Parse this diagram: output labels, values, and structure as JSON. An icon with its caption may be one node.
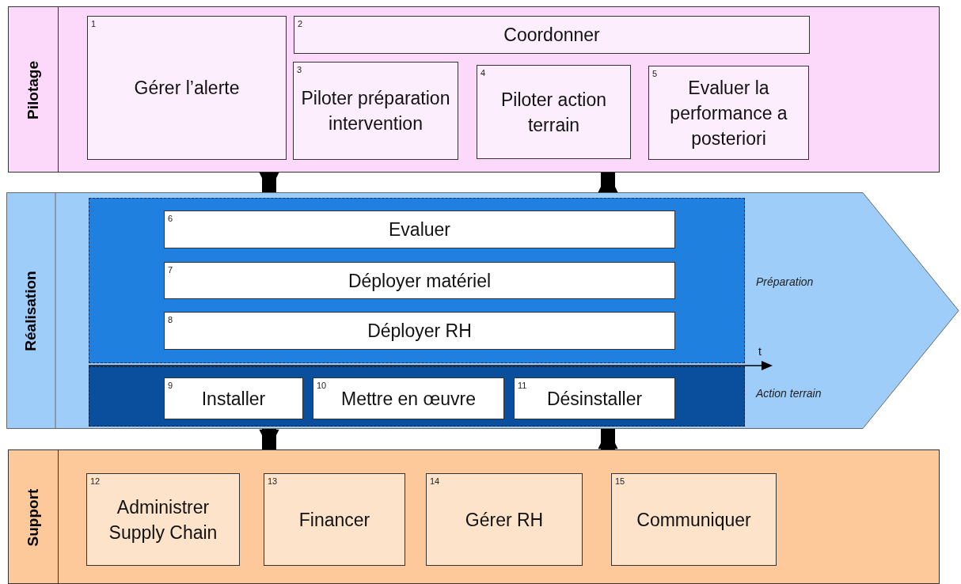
{
  "diagram": {
    "nodes": [
      {
        "text": [
          "Pilotage"
        ]
      },
      {
        "text": [
          "1",
          "Gérer l’alerte"
        ],
        "in": 0
      },
      {
        "text": [
          "2",
          "Coordonner"
        ],
        "in": 0
      },
      {
        "text": [
          "3",
          "Piloter préparation intervention"
        ],
        "in": 0
      },
      {
        "text": [
          "4",
          "Piloter action terrain"
        ],
        "in": 0
      },
      {
        "text": [
          "5",
          "Evaluer la performance a posteriori"
        ],
        "in": 0
      },
      {
        "text": [
          "Réalisation"
        ]
      },
      {
        "text": [],
        "shape": "box",
        "beside": [
          "Préparation"
        ],
        "in": 6
      },
      {
        "text": [
          "6",
          "Evaluer"
        ],
        "in": 7
      },
      {
        "text": [
          "7",
          "Déployer matériel"
        ],
        "in": 7
      },
      {
        "text": [
          "8",
          "Déployer RH"
        ],
        "in": 7
      },
      {
        "text": [],
        "shape": "box",
        "beside": [
          "Action terrain"
        ],
        "in": 6
      },
      {
        "text": [
          "9",
          "Installer"
        ],
        "in": 11
      },
      {
        "text": [
          "10",
          "Mettre en œuvre"
        ],
        "in": 11
      },
      {
        "text": [
          "11",
          "Désinstaller"
        ],
        "in": 11
      },
      {
        "text": [
          "Support"
        ]
      },
      {
        "text": [
          "12",
          "Administrer Supply Chain"
        ],
        "in": 15
      },
      {
        "text": [
          "13",
          "Financer"
        ],
        "in": 15
      },
      {
        "text": [
          "14",
          "Gérer RH"
        ],
        "in": 15
      },
      {
        "text": [
          "15",
          "Communiquer"
        ],
        "in": 15
      }
    ],
    "edges": [
      {
        "from": 0,
        "to": 6,
        "arrow": "to"
      },
      {
        "from": 6,
        "to": 0,
        "arrow": "to"
      },
      {
        "from": 6,
        "to": 15,
        "arrow": "to"
      },
      {
        "from": 15,
        "to": 6,
        "arrow": "to"
      }
    ],
    "labels": [
      "t"
    ]
  }
}
